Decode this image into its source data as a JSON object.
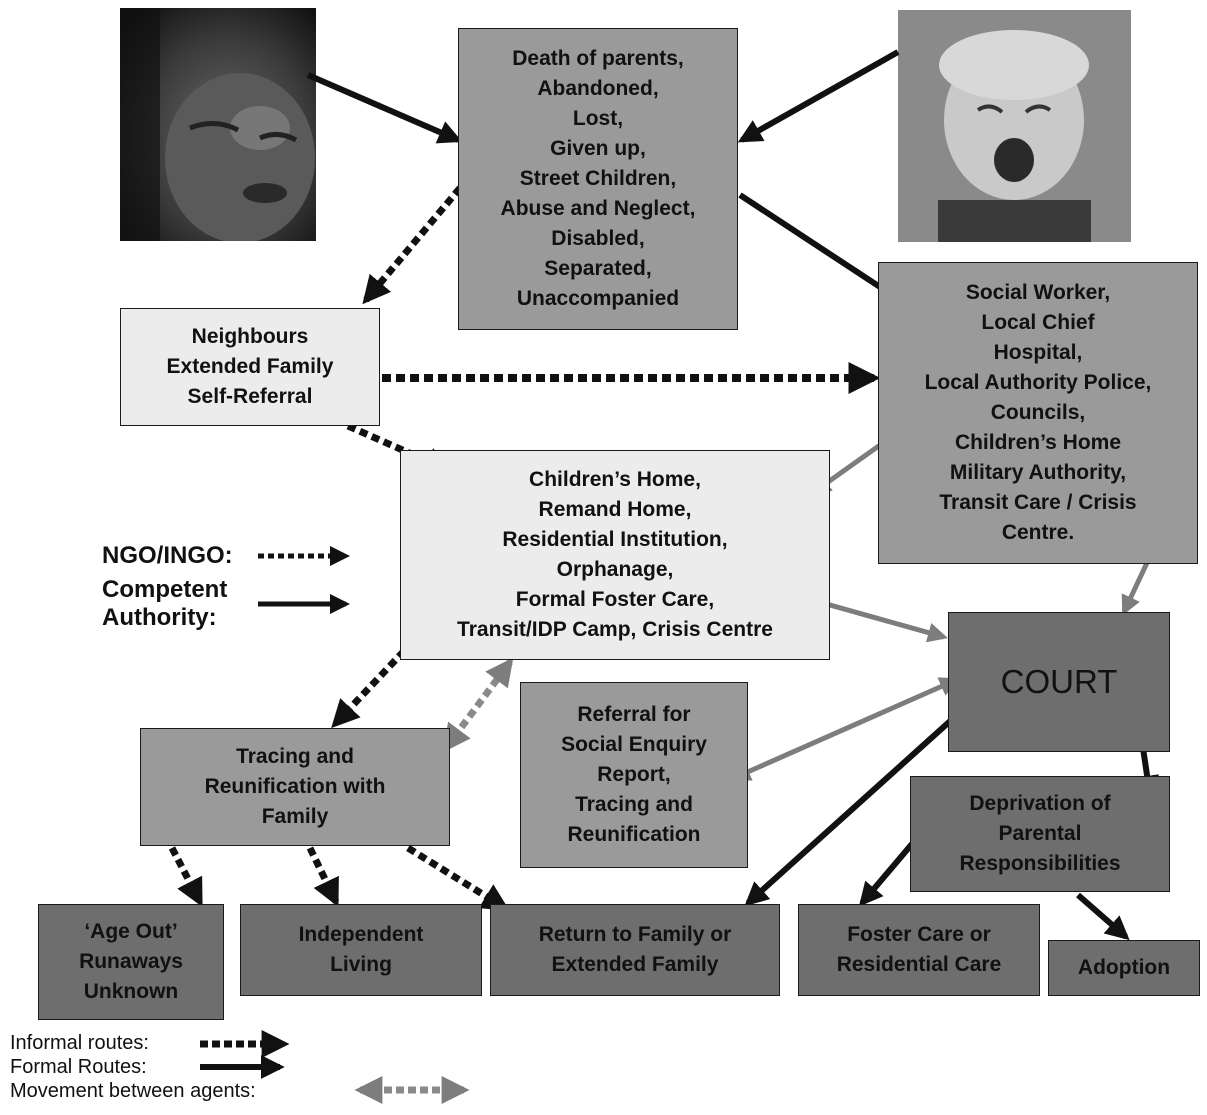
{
  "colors": {
    "dark": "#6e6e6e",
    "medium": "#9a9a9a",
    "light": "#ececec",
    "formal": "#111111",
    "movement": "#7d7d7d"
  },
  "nodes": {
    "causes": "Death of parents,\nAbandoned,\nLost,\nGiven up,\nStreet Children,\nAbuse and Neglect,\nDisabled,\nSeparated,\nUnaccompanied",
    "neighbours": "Neighbours\nExtended Family\nSelf-Referral",
    "agents": "Social Worker,\nLocal Chief\nHospital,\nLocal Authority Police,\nCouncils,\nChildren’s Home\nMilitary Authority,\nTransit Care / Crisis\nCentre.",
    "institutions": "Children’s Home,\nRemand Home,\nResidential Institution,\nOrphanage,\nFormal Foster Care,\nTransit/IDP Camp, Crisis Centre",
    "court": "COURT",
    "tracing": "Tracing and\nReunification with\nFamily",
    "referral": "Referral for\nSocial Enquiry\nReport,\nTracing and\nReunification",
    "deprivation": "Deprivation of\nParental\nResponsibilities",
    "age_out": "‘Age Out’\nRunaways\nUnknown",
    "independent": "Independent\nLiving",
    "return_family": "Return to Family or\nExtended Family",
    "foster": "Foster Care or\nResidential Care",
    "adoption": "Adoption"
  },
  "key": {
    "ngo": "NGO/INGO:",
    "competent": "Competent\nAuthority:"
  },
  "legend": {
    "informal": "Informal routes:",
    "formal": "Formal Routes:",
    "movement": "Movement between agents:"
  }
}
